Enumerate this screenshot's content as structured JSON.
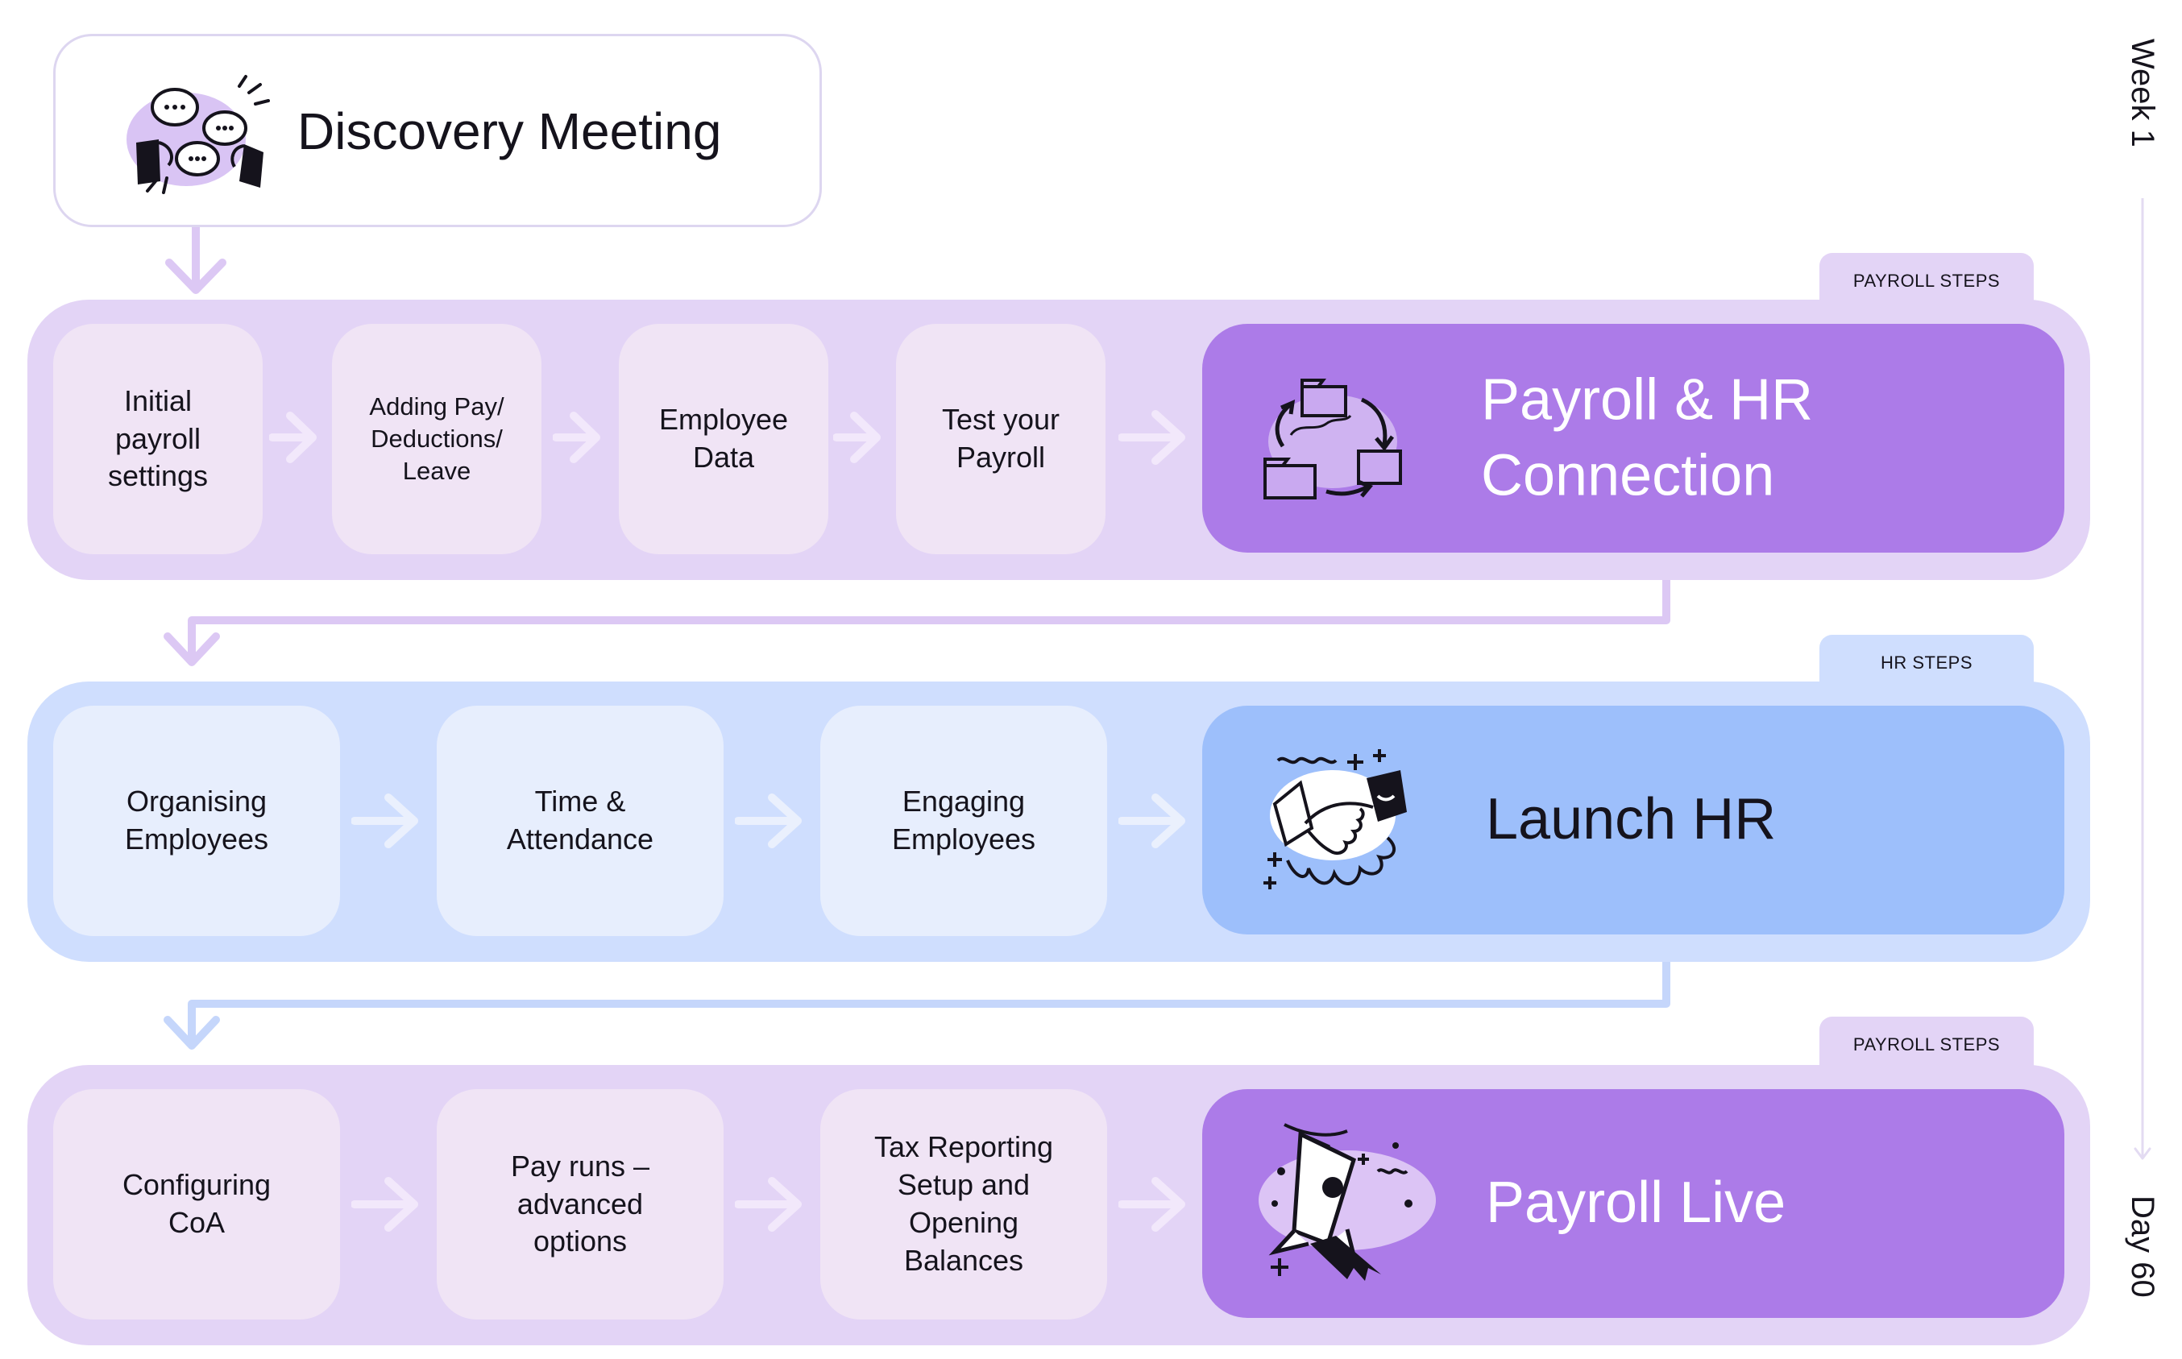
{
  "discovery": {
    "title": "Discovery Meeting",
    "icon": "speech-bubbles-hands-icon"
  },
  "sections": [
    {
      "tag": "PAYROLL STEPS",
      "steps": [
        "Initial payroll settings",
        "Adding Pay/ Deductions/ Leave",
        "Employee Data",
        "Test your Payroll"
      ],
      "milestone": {
        "line1": "Payroll & HR",
        "line2": "Connection",
        "icon": "folders-cycle-icon"
      }
    },
    {
      "tag": "HR STEPS",
      "steps": [
        "Organising Employees",
        "Time & Attendance",
        "Engaging Employees"
      ],
      "milestone": {
        "line1": "Launch HR",
        "icon": "handshake-icon"
      }
    },
    {
      "tag": "PAYROLL STEPS",
      "steps": [
        "Configuring CoA",
        "Pay runs – advanced options",
        "Tax Reporting Setup and Opening Balances"
      ],
      "milestone": {
        "line1": "Payroll Live",
        "icon": "rocket-icon"
      }
    }
  ],
  "timeline": {
    "start": "Week 1",
    "end": "Day 60"
  },
  "colors": {
    "payroll_bg": "#e3d4f6",
    "hr_bg": "#cfdefe",
    "payroll_milestone": "#ac7be8",
    "hr_milestone": "#9dbffb",
    "payroll_arrow": "#dcc8f4",
    "hr_arrow": "#c5d6fb"
  }
}
